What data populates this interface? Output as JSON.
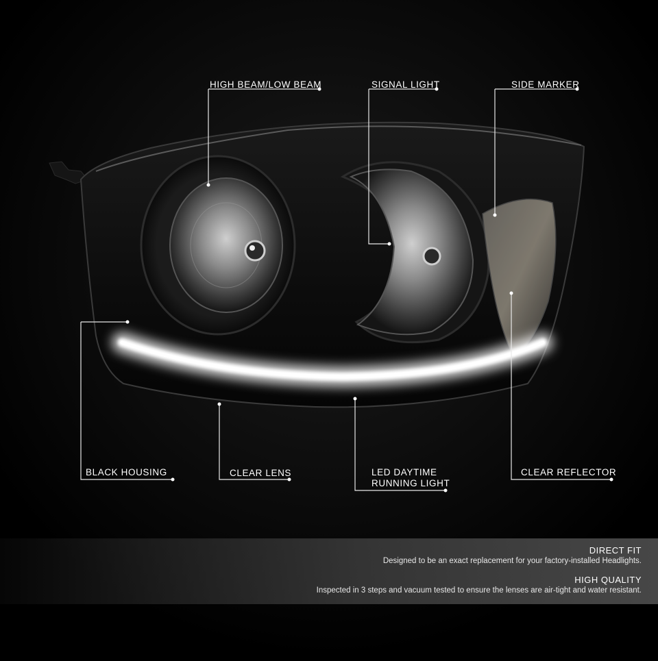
{
  "callouts": {
    "high_beam": "HIGH BEAM/LOW BEAM",
    "signal_light": "SIGNAL LIGHT",
    "side_marker": "SIDE MARKER",
    "black_housing": "BLACK HOUSING",
    "clear_lens": "CLEAR LENS",
    "led_drl_line1": "LED DAYTIME",
    "led_drl_line2": "RUNNING LIGHT",
    "clear_reflector": "CLEAR REFLECTOR"
  },
  "features": [
    {
      "title": "DIRECT FIT",
      "text": "Designed to be an exact replacement for your factory-installed Headlights."
    },
    {
      "title": "HIGH QUALITY",
      "text": "Inspected in 3 steps and vacuum tested to ensure the lenses are air-tight and water resistant."
    }
  ],
  "colors": {
    "background": "#000000",
    "drl_glow": "#ffffff",
    "marker_amber": "#8a8478"
  }
}
